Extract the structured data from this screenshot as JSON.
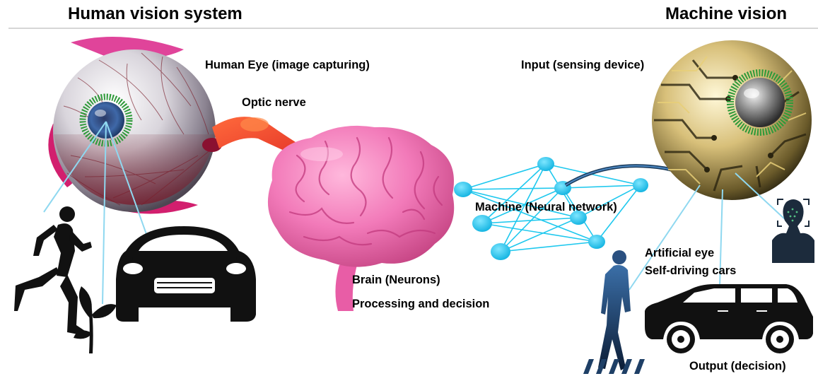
{
  "titles": {
    "left": "Human vision system",
    "right": "Machine vision"
  },
  "labels": {
    "human_eye": "Human Eye (image capturing)",
    "optic_nerve": "Optic nerve",
    "input": "Input (sensing device)",
    "neural_network": "Machine  (Neural network)",
    "artificial_eye": "Artificial eye",
    "self_driving": "Self-driving cars",
    "brain": "Brain (Neurons)",
    "processing": "Processing and decision",
    "output": "Output (decision)"
  },
  "colors": {
    "eye_pink": "#c2185b",
    "brain_pink": "#f06fb0",
    "nerve_red": "#e63a2e",
    "neuron_cyan": "#1ec8ee",
    "sight_line": "#8fd8f0",
    "circuit_gold": "#c9a437",
    "silhouette": "#111111",
    "walker_blue": "#1e3f66"
  },
  "icons": [
    "human-eye-icon",
    "optic-nerve-icon",
    "brain-icon",
    "neural-network-icon",
    "circuit-eye-icon",
    "runner-icon",
    "plant-icon",
    "car-front-icon",
    "pedestrian-icon",
    "crosswalk-icon",
    "face-scan-icon",
    "suv-icon"
  ]
}
